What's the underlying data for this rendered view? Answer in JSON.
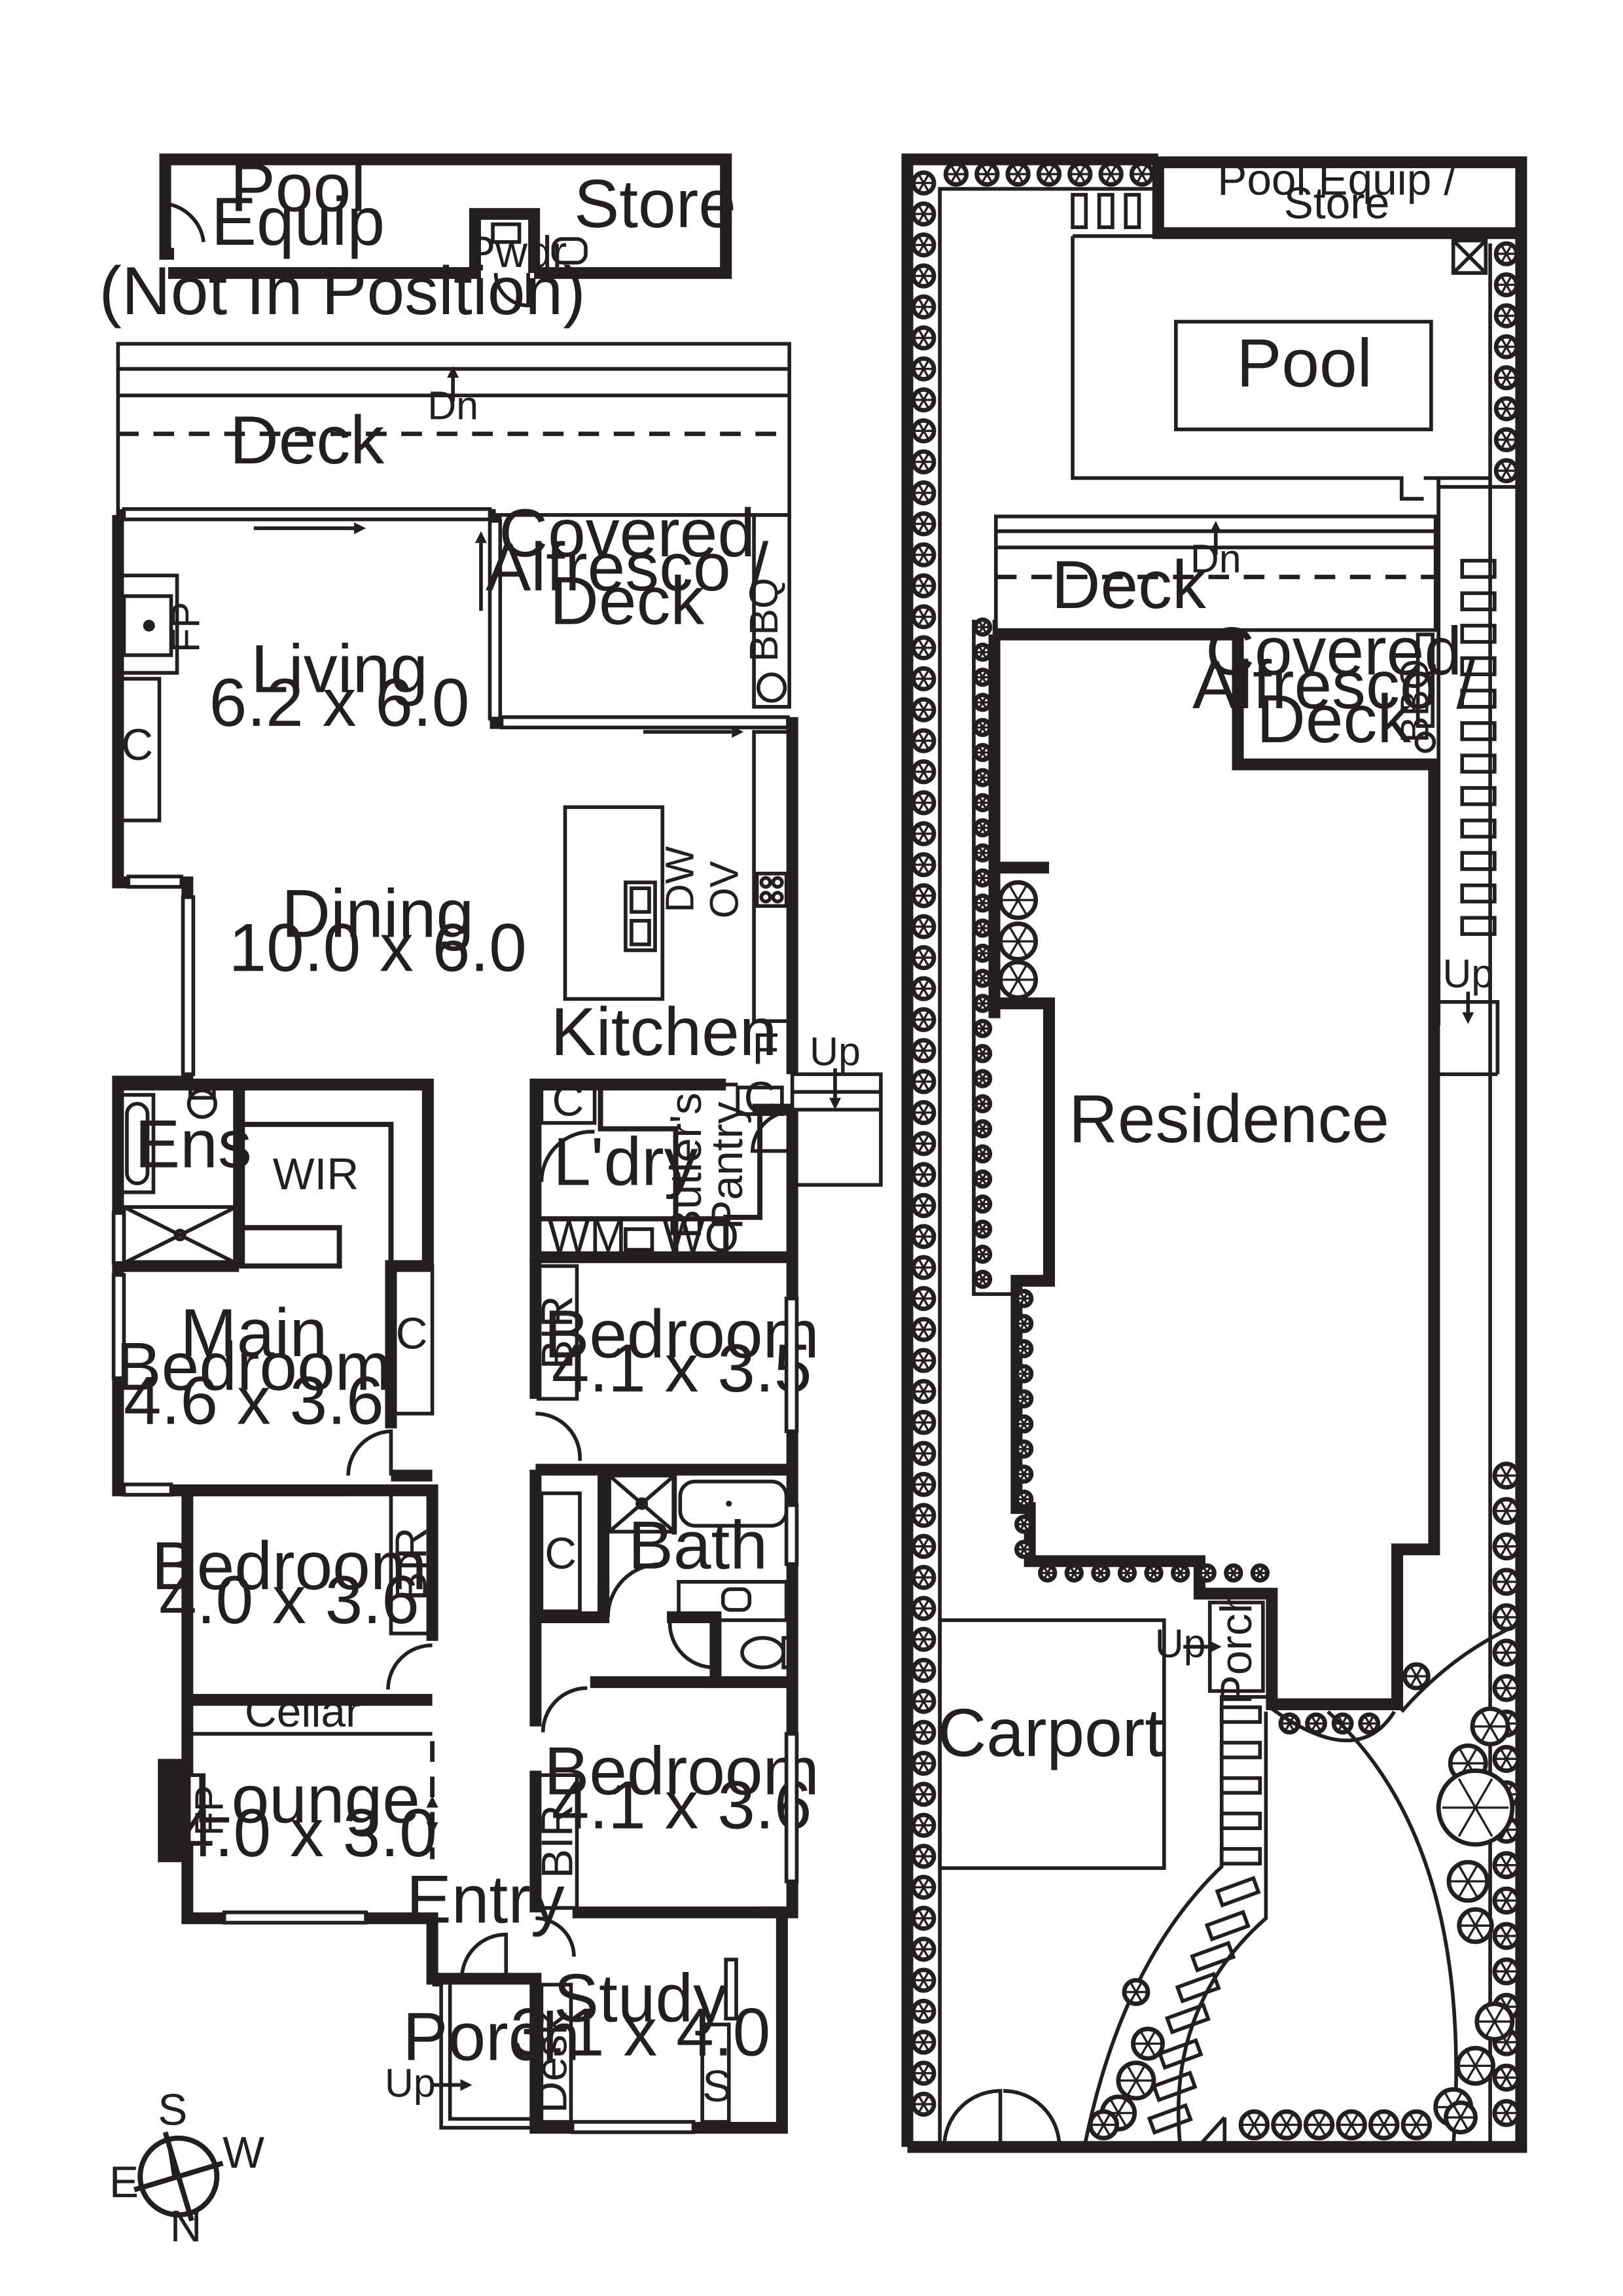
{
  "plan": {
    "outbuilding": {
      "pool_equip": [
        "Pool",
        "Equip"
      ],
      "store": "Store",
      "powder": "Pwdr",
      "note": "(Not In Position)"
    },
    "house": {
      "deck": "Deck",
      "deck_stairs": "Dn",
      "alfresco": [
        "Covered",
        "Alfresco /",
        "Deck"
      ],
      "bbq": "BBQ",
      "fireplace": "FP",
      "cupboard": "C",
      "living": {
        "name": "Living",
        "size": "6.2 x 6.0"
      },
      "dining": {
        "name": "Dining",
        "size": "10.0 x 6.0"
      },
      "kitchen": "Kitchen",
      "dishwasher": "DW",
      "oven": "OV",
      "fridge": "F",
      "up": "Up",
      "laundry": "L'dry",
      "butlers_pantry": [
        "Butler's",
        "Pantry"
      ],
      "washing_machine": "WM",
      "wo": "WO",
      "ensuite": "Ens",
      "wir": "WIR",
      "main_bedroom": {
        "name": [
          "Main",
          "Bedroom"
        ],
        "size": "4.6 x 3.6"
      },
      "bedroom_2": {
        "name": "Bedroom",
        "size": "4.1 x 3.5"
      },
      "bedroom_3": {
        "name": "Bedroom",
        "size": "4.0 x 3.6"
      },
      "bedroom_4": {
        "name": "Bedroom",
        "size": "4.1 x 3.6"
      },
      "bir": "BIR",
      "bath": "Bath",
      "cellar": "Cellar",
      "lounge": {
        "name": "Lounge",
        "size": "4.0 x 3.0"
      },
      "entry": "Entry",
      "porch": "Porch",
      "study": {
        "name": "Study",
        "size": "3.1 x 4.0"
      },
      "desk": "Desk",
      "shelf": "S"
    },
    "compass": {
      "n": "N",
      "s": "S",
      "e": "E",
      "w": "W"
    },
    "site": {
      "pool_equip_store": [
        "Pool Equip /",
        "Store"
      ],
      "pool": "Pool",
      "deck_stairs": "Dn",
      "deck": "Deck",
      "alfresco": [
        "Covered",
        "Alfresco /",
        "Deck"
      ],
      "bbq": "BBQ",
      "up": "Up",
      "residence": "Residence",
      "porch": "Porch",
      "carport": "Carport"
    }
  }
}
